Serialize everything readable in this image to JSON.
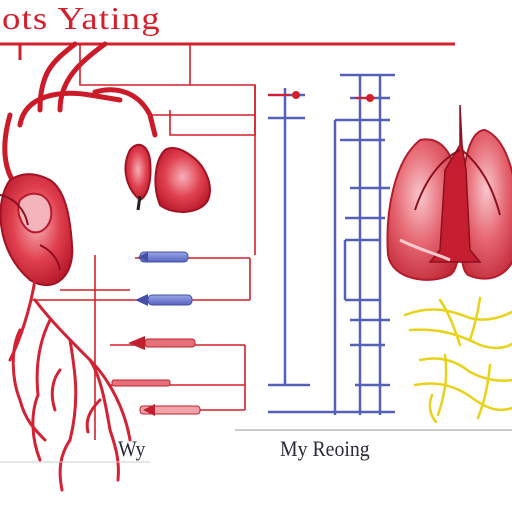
{
  "title": "ots Yating",
  "caption_left": "Wy",
  "caption_right": "My Reoing"
}
